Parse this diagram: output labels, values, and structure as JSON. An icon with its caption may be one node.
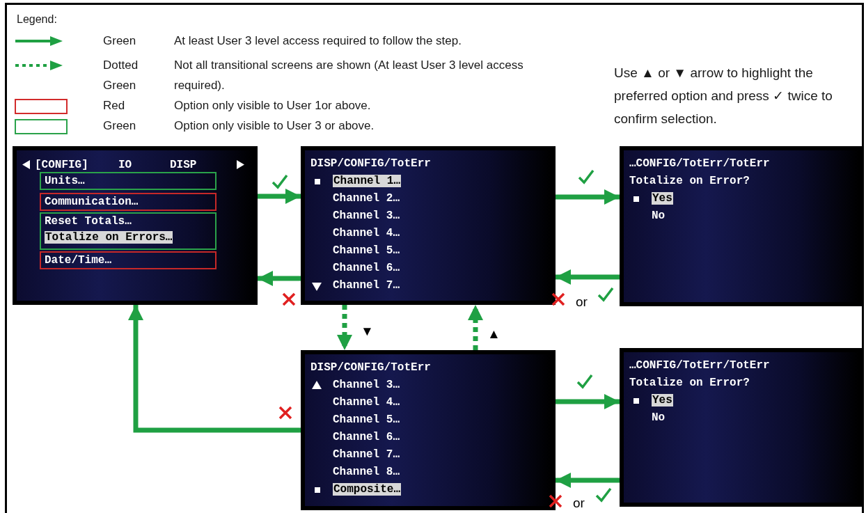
{
  "diagram": {
    "nodes": [
      {
        "text": [
          "[CONFIG]",
          "IO",
          "DISP"
        ]
      },
      {
        "text": [
          "Units…"
        ],
        "in": 0
      },
      {
        "text": [
          "Communication…"
        ],
        "in": 0
      },
      {
        "text": [
          "Reset Totals…",
          "Totalize on Errors…"
        ],
        "in": 0
      },
      {
        "text": [
          "Date/Time…"
        ],
        "in": 0
      },
      {
        "text": [
          "DISP/CONFIG/TotErr",
          "Channel 1…",
          "Channel 2…",
          "Channel 3…",
          "Channel 4…",
          "Channel 5…",
          "Channel 6…",
          "Channel 7…"
        ]
      },
      {
        "text": [
          "…CONFIG/TotErr/TotErr",
          "Totalize on Error?",
          "Yes",
          "No"
        ]
      },
      {
        "text": [
          "DISP/CONFIG/TotErr",
          "Channel 3…",
          "Channel 4…",
          "Channel 5…",
          "Channel 6…",
          "Channel 7…",
          "Channel 8…",
          "Composite…"
        ]
      },
      {
        "text": [
          "…CONFIG/TotErr/TotErr",
          "Totalize on Error?",
          "Yes",
          "No"
        ]
      }
    ],
    "edges": [
      {
        "from": 3,
        "to": 5,
        "arrow": "to"
      },
      {
        "from": 5,
        "to": 0,
        "arrow": "to"
      },
      {
        "from": 5,
        "to": 6,
        "arrow": "to"
      },
      {
        "from": 6,
        "to": 5,
        "arrow": "to",
        "label": "or"
      },
      {
        "from": 5,
        "to": 7,
        "arrow": "to",
        "label": "▼",
        "style": "dashed"
      },
      {
        "from": 7,
        "to": 5,
        "arrow": "to",
        "label": "▲",
        "style": "dashed"
      },
      {
        "from": 7,
        "to": 8,
        "arrow": "to"
      },
      {
        "from": 8,
        "to": 7,
        "arrow": "to",
        "label": "or"
      },
      {
        "from": 7,
        "to": 0,
        "arrow": "to"
      }
    ],
    "labels": [
      "Legend:",
      "Green",
      "Dotted Green",
      "Red",
      "Green",
      "Use ▲ or ▼ arrow to highlight the preferred option and press ✓ twice to confirm selection."
    ],
    "legend": [
      {
        "text": "At least User 3 level access required to follow the step."
      },
      {
        "text": "Not all transitional screens are shown (At least User 3 level access required)."
      },
      {
        "text": "Option only visible to User 1or above.",
        "color": "#d22b2b"
      },
      {
        "text": "Option only visible to User 3 or above.",
        "color": "#2aa24a"
      }
    ]
  }
}
